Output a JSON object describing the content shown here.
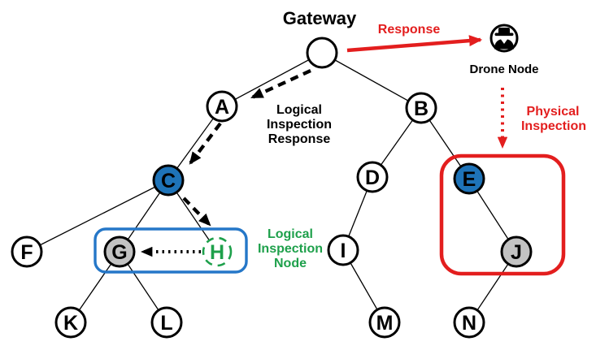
{
  "colors": {
    "node-blue": "#1e73b8",
    "node-gray": "#c2c2c2",
    "green": "#1ea04b",
    "red": "#e31e1e",
    "box-blue": "#2577c8"
  },
  "title": {
    "gateway": "Gateway"
  },
  "nodes": {
    "gateway": {
      "label": "",
      "type": "gateway"
    },
    "A": {
      "label": "A",
      "type": "normal"
    },
    "B": {
      "label": "B",
      "type": "normal"
    },
    "C": {
      "label": "C",
      "type": "blue-highlight"
    },
    "D": {
      "label": "D",
      "type": "normal"
    },
    "E": {
      "label": "E",
      "type": "blue-highlight"
    },
    "F": {
      "label": "F",
      "type": "normal"
    },
    "G": {
      "label": "G",
      "type": "gray-highlight"
    },
    "H": {
      "label": "H",
      "type": "logical-inspection-node"
    },
    "I": {
      "label": "I",
      "type": "normal"
    },
    "J": {
      "label": "J",
      "type": "gray-highlight"
    },
    "K": {
      "label": "K",
      "type": "normal"
    },
    "L": {
      "label": "L",
      "type": "normal"
    },
    "M": {
      "label": "M",
      "type": "normal"
    },
    "N": {
      "label": "N",
      "type": "normal"
    }
  },
  "edges": [
    [
      "gateway",
      "A"
    ],
    [
      "gateway",
      "B"
    ],
    [
      "A",
      "C"
    ],
    [
      "C",
      "F"
    ],
    [
      "C",
      "G"
    ],
    [
      "C",
      "H"
    ],
    [
      "G",
      "K"
    ],
    [
      "G",
      "L"
    ],
    [
      "B",
      "D"
    ],
    [
      "B",
      "E"
    ],
    [
      "D",
      "I"
    ],
    [
      "E",
      "J"
    ],
    [
      "I",
      "M"
    ],
    [
      "J",
      "N"
    ]
  ],
  "annotations": {
    "response": {
      "text": "Response"
    },
    "drone_node": {
      "text": "Drone Node"
    },
    "logical_inspection_response": {
      "lines": [
        "Logical",
        "Inspection",
        "Response"
      ]
    },
    "physical_inspection": {
      "lines": [
        "Physical",
        "Inspection"
      ]
    },
    "logical_inspection_node": {
      "lines": [
        "Logical",
        "Inspection",
        "Node"
      ]
    }
  },
  "arrows": [
    {
      "from": "gateway",
      "to": "drone-node",
      "style": "solid-red",
      "label": "Response"
    },
    {
      "from": "gateway",
      "to": "A",
      "style": "dashed-black",
      "label": "Logical Inspection Response"
    },
    {
      "from": "A",
      "to": "C",
      "style": "dashed-black",
      "label": "Logical Inspection Response"
    },
    {
      "from": "C",
      "to": "H",
      "style": "dashed-black",
      "label": "Logical Inspection Response"
    },
    {
      "from": "H",
      "to": "G",
      "style": "dotted-black"
    },
    {
      "from": "physical-inspection-label",
      "to": "physical-inspection-box",
      "style": "dotted-red",
      "label": "Physical Inspection"
    }
  ],
  "regions": [
    {
      "name": "logical-inspection-node-box",
      "encloses": [
        "G",
        "H"
      ],
      "color": "box-blue",
      "label": "Logical Inspection Node"
    },
    {
      "name": "physical-inspection-box",
      "encloses": [
        "E",
        "J"
      ],
      "color": "red",
      "label": "Physical Inspection"
    }
  ]
}
